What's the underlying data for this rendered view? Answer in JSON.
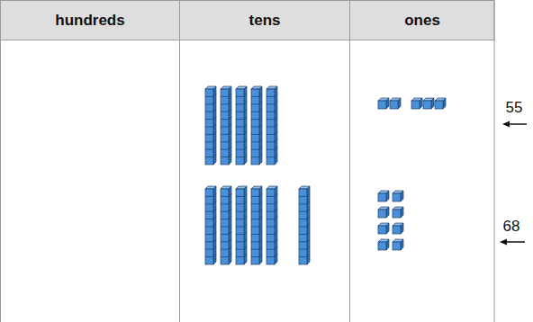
{
  "diagram": {
    "labels": [
      "hundreds",
      "tens",
      "ones",
      "55",
      "68"
    ]
  }
}
